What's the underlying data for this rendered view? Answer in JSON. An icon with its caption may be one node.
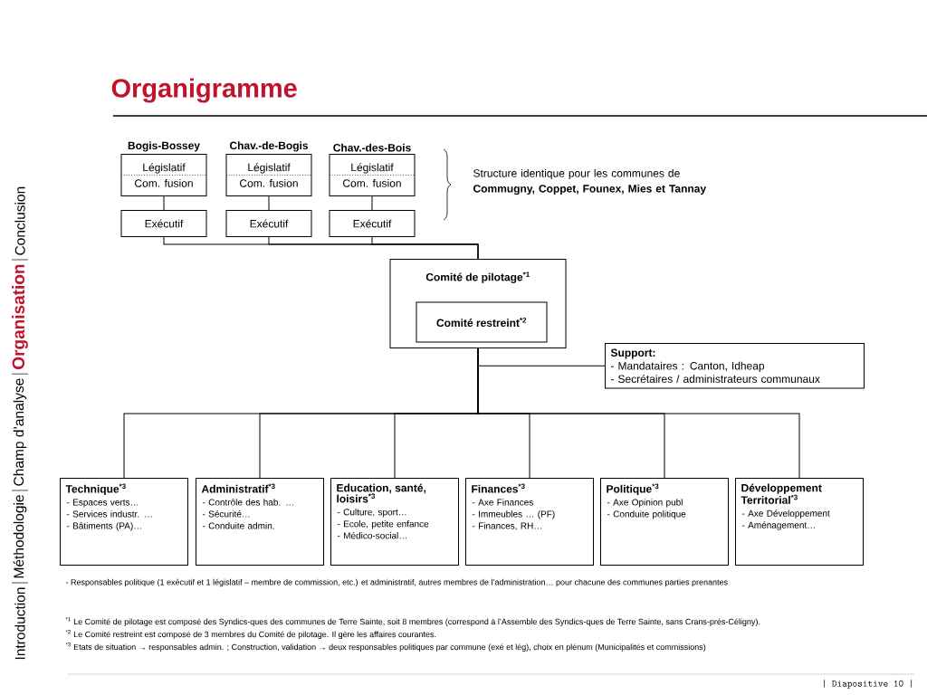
{
  "diagram": {
    "title": "Organigramme",
    "nodes": [
      {
        "text": [
          "Bogis-Bossey",
          "Législatif",
          "Com. fusion"
        ]
      },
      {
        "text": [
          "Exécutif"
        ]
      },
      {
        "text": [
          "Chav.-de-Bogis",
          "Législatif",
          "Com. fusion"
        ]
      },
      {
        "text": [
          "Exécutif"
        ]
      },
      {
        "text": [
          "Chav.-des-Bois",
          "Législatif",
          "Com. fusion"
        ]
      },
      {
        "text": [
          "Exécutif"
        ]
      },
      {
        "text": [
          "Comité de pilotage$^{*1}$"
        ]
      },
      {
        "text": [
          "Comité restreint$^{*2}$"
        ],
        "in": 6
      },
      {
        "text": [
          "Support:",
          "- Mandataires : Canton, Idheap",
          "- Secrétaires / administrateurs communaux"
        ]
      },
      {
        "text": [
          "Technique$^{*3}$",
          "- Espaces verts…",
          "- Services industr. …",
          "- Bâtiments (PA)…"
        ]
      },
      {
        "text": [
          "Administratif$^{*3}$",
          "- Contrôle des hab. …",
          "- Sécurité…",
          "- Conduite admin."
        ]
      },
      {
        "text": [
          "Education, santé, loisirs$^{*3}$",
          "- Culture, sport…",
          "- Ecole, petite enfance",
          "- Médico-social…"
        ]
      },
      {
        "text": [
          "Finances$^{*3}$",
          "- Axe Finances",
          "- Immeubles … (PF)",
          "- Finances, RH…"
        ]
      },
      {
        "text": [
          "Politique$^{*3}$",
          "- Axe Opinion publ",
          "- Conduite politique"
        ]
      },
      {
        "text": [
          "Développement Territorial$^{*3}$",
          "- Axe Développement",
          "- Aménagement…"
        ]
      }
    ],
    "edges": [
      {
        "from": 0,
        "to": 1,
        "arrow": "none"
      },
      {
        "from": 2,
        "to": 3,
        "arrow": "none"
      },
      {
        "from": 4,
        "to": 5,
        "arrow": "none"
      },
      {
        "from": 1,
        "to": 6,
        "arrow": "none"
      },
      {
        "from": 3,
        "to": 6,
        "arrow": "none"
      },
      {
        "from": 5,
        "to": 6,
        "arrow": "none"
      },
      {
        "from": 6,
        "to": 8,
        "arrow": "none"
      },
      {
        "from": 6,
        "to": 9,
        "arrow": "none"
      },
      {
        "from": 6,
        "to": 10,
        "arrow": "none"
      },
      {
        "from": 6,
        "to": 11,
        "arrow": "none"
      },
      {
        "from": 6,
        "to": 12,
        "arrow": "none"
      },
      {
        "from": 6,
        "to": 13,
        "arrow": "none"
      },
      {
        "from": 6,
        "to": 14,
        "arrow": "none"
      }
    ],
    "labels": [
      "Introduction",
      "Méthodologie",
      "Champ d’analyse",
      "Organisation",
      "Conclusion",
      "Structure identique pour les communes de **Commugny, Coppet, Founex, Mies et Tannay**",
      "- Responsables politique (1 exécutif et 1 législatif – membre de commission, etc.) et administratif, autres membres de l’administration… pour chacune des communes parties prenantes",
      "$^{*1}$ Le Comité de pilotage est composé des Syndics-ques des communes de Terre Sainte, soit 8 membres (correspond à l’Assemble des Syndics-ques de Terre Sainte, sans Crans-près-Céligny).",
      "$^{*2}$ Le Comité restreint est composé de 3 membres du Comité de pilotage. Il gère les affaires courantes.",
      "$^{*3}$ Etats de situation → responsables admin. ; Construction, validation → deux responsables politiques par commune (exé et lég), choix en plénum (Municipalités et commissions)",
      "| Diapositive 10 |"
    ]
  }
}
